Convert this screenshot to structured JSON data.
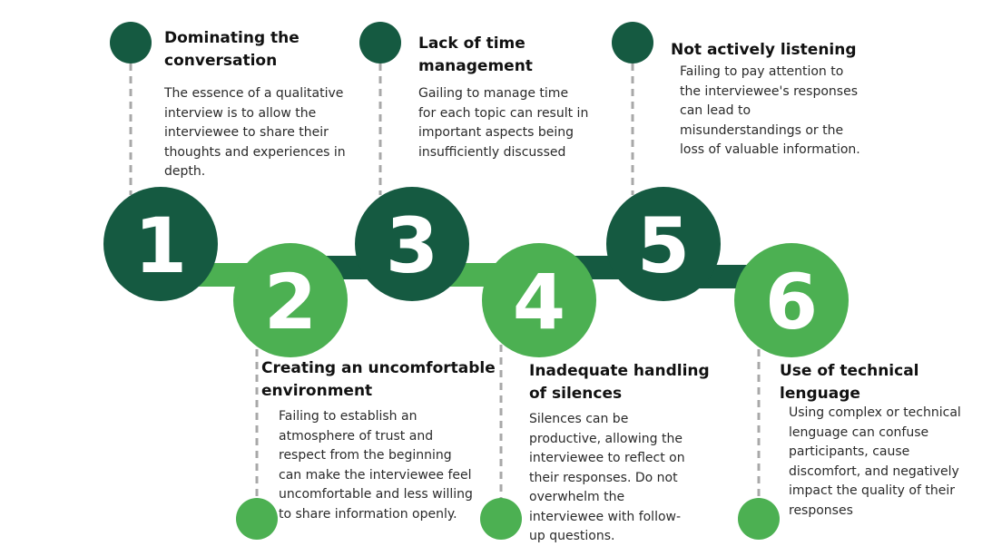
{
  "colors": {
    "dark": "#155a41",
    "light": "#4cb052",
    "dash": "#a8a8a8",
    "text": "#2a2a2a"
  },
  "steps": [
    {
      "number": "1",
      "title_line1": "Dominating the",
      "title_line2": "conversation",
      "desc": [
        "The essence of a qualitative",
        "interview is to allow the",
        "interviewee to share their",
        "thoughts and experiences in",
        "depth."
      ]
    },
    {
      "number": "2",
      "title_line1": "Creating an uncomfortable",
      "title_line2": "environment",
      "desc": [
        "Failing to establish an",
        "atmosphere of trust and",
        "respect from the beginning",
        "can make the interviewee feel",
        "uncomfortable and less willing",
        "to share information openly."
      ]
    },
    {
      "number": "3",
      "title_line1": "Lack of time",
      "title_line2": "management",
      "desc": [
        "Gailing to manage time",
        "for each topic can result in",
        "important aspects being",
        "insufficiently discussed"
      ]
    },
    {
      "number": "4",
      "title_line1": "Inadequate handling",
      "title_line2": "of silences",
      "desc": [
        "Silences can be",
        "productive, allowing the",
        "interviewee to reflect on",
        "their responses. Do not",
        "overwhelm the",
        "interviewee with follow-",
        "up questions."
      ]
    },
    {
      "number": "5",
      "title_line1": "Not actively listening",
      "title_line2": "",
      "desc": [
        "Failing to pay attention to",
        "the interviewee's responses",
        "can lead to",
        "misunderstandings or the",
        "loss of valuable information."
      ]
    },
    {
      "number": "6",
      "title_line1": "Use of technical",
      "title_line2": "lenguage",
      "desc": [
        "Using complex or technical",
        "lenguage can confuse",
        "participants, cause",
        "discomfort, and negatively",
        "impact the quality of their",
        "responses"
      ]
    }
  ]
}
